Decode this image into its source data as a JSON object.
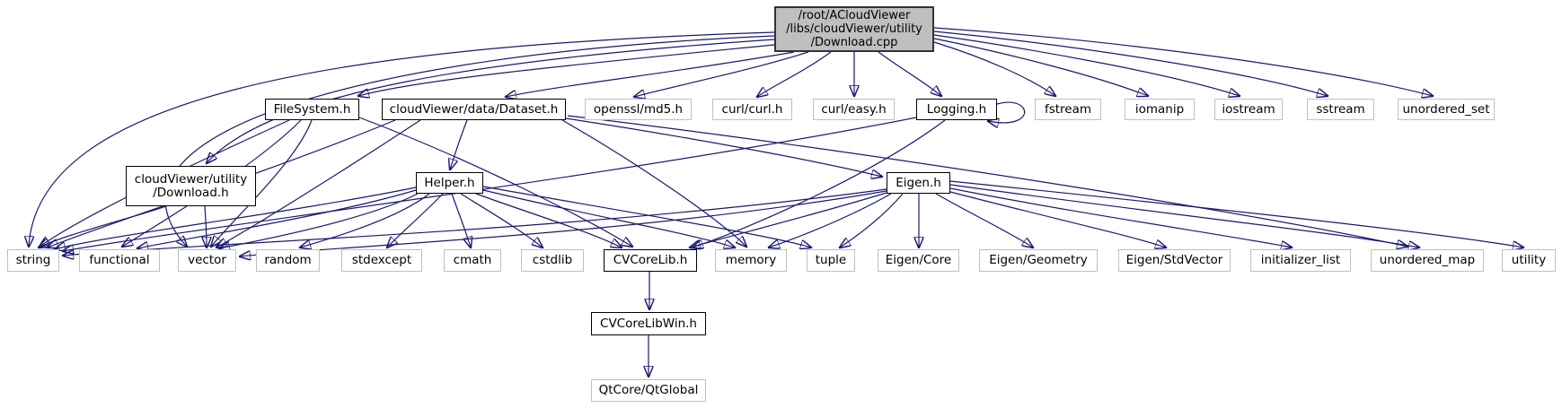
{
  "colors": {
    "edge": "#191970",
    "root-fill": "#bfbfbf",
    "node-border": "#c0c0c0",
    "linked-border": "#000000",
    "text": "#000000",
    "bg": "#ffffff"
  },
  "graph": {
    "type": "include-dependency-graph",
    "nodes": {
      "root": {
        "label": "/root/ACloudViewer\n/libs/cloudViewer/utility\n/Download.cpp"
      },
      "filesystem": {
        "label": "FileSystem.h"
      },
      "dataset": {
        "label": "cloudViewer/data/Dataset.h"
      },
      "md5": {
        "label": "openssl/md5.h"
      },
      "curlcurl": {
        "label": "curl/curl.h"
      },
      "curleasy": {
        "label": "curl/easy.h"
      },
      "logging": {
        "label": "Logging.h"
      },
      "fstream": {
        "label": "fstream"
      },
      "iomanip": {
        "label": "iomanip"
      },
      "iostream": {
        "label": "iostream"
      },
      "sstream": {
        "label": "sstream"
      },
      "unordered_set": {
        "label": "unordered_set"
      },
      "download_h": {
        "label": "cloudViewer/utility\n/Download.h"
      },
      "helper": {
        "label": "Helper.h"
      },
      "eigen": {
        "label": "Eigen.h"
      },
      "string": {
        "label": "string"
      },
      "functional": {
        "label": "functional"
      },
      "vector": {
        "label": "vector"
      },
      "random": {
        "label": "random"
      },
      "stdexcept": {
        "label": "stdexcept"
      },
      "cmath": {
        "label": "cmath"
      },
      "cstdlib": {
        "label": "cstdlib"
      },
      "cvcorelib": {
        "label": "CVCoreLib.h"
      },
      "memory": {
        "label": "memory"
      },
      "tuple": {
        "label": "tuple"
      },
      "eigen_core": {
        "label": "Eigen/Core"
      },
      "eigen_geometry": {
        "label": "Eigen/Geometry"
      },
      "eigen_stdvector": {
        "label": "Eigen/StdVector"
      },
      "initializer_list": {
        "label": "initializer_list"
      },
      "unordered_map": {
        "label": "unordered_map"
      },
      "utility": {
        "label": "utility"
      },
      "cvcorelibwin": {
        "label": "CVCoreLibWin.h"
      },
      "qtglobal": {
        "label": "QtCore/QtGlobal"
      }
    },
    "edges": [
      {
        "from": "root",
        "to": "download_h"
      },
      {
        "from": "root",
        "to": "filesystem"
      },
      {
        "from": "root",
        "to": "dataset"
      },
      {
        "from": "root",
        "to": "md5"
      },
      {
        "from": "root",
        "to": "curlcurl"
      },
      {
        "from": "root",
        "to": "curleasy"
      },
      {
        "from": "root",
        "to": "logging"
      },
      {
        "from": "root",
        "to": "fstream"
      },
      {
        "from": "root",
        "to": "iomanip"
      },
      {
        "from": "root",
        "to": "iostream"
      },
      {
        "from": "root",
        "to": "sstream"
      },
      {
        "from": "root",
        "to": "unordered_set"
      },
      {
        "from": "root",
        "to": "string"
      },
      {
        "from": "root",
        "to": "vector"
      },
      {
        "from": "filesystem",
        "to": "string"
      },
      {
        "from": "filesystem",
        "to": "functional"
      },
      {
        "from": "filesystem",
        "to": "vector"
      },
      {
        "from": "filesystem",
        "to": "cvcorelib"
      },
      {
        "from": "dataset",
        "to": "helper"
      },
      {
        "from": "dataset",
        "to": "eigen"
      },
      {
        "from": "dataset",
        "to": "string"
      },
      {
        "from": "dataset",
        "to": "vector"
      },
      {
        "from": "dataset",
        "to": "memory"
      },
      {
        "from": "dataset",
        "to": "unordered_map"
      },
      {
        "from": "helper",
        "to": "string"
      },
      {
        "from": "helper",
        "to": "functional"
      },
      {
        "from": "helper",
        "to": "vector"
      },
      {
        "from": "helper",
        "to": "random"
      },
      {
        "from": "helper",
        "to": "stdexcept"
      },
      {
        "from": "helper",
        "to": "cmath"
      },
      {
        "from": "helper",
        "to": "cstdlib"
      },
      {
        "from": "helper",
        "to": "cvcorelib"
      },
      {
        "from": "helper",
        "to": "memory"
      },
      {
        "from": "helper",
        "to": "tuple"
      },
      {
        "from": "eigen",
        "to": "string"
      },
      {
        "from": "eigen",
        "to": "vector"
      },
      {
        "from": "eigen",
        "to": "cvcorelib"
      },
      {
        "from": "eigen",
        "to": "memory"
      },
      {
        "from": "eigen",
        "to": "tuple"
      },
      {
        "from": "eigen",
        "to": "eigen_core"
      },
      {
        "from": "eigen",
        "to": "eigen_geometry"
      },
      {
        "from": "eigen",
        "to": "eigen_stdvector"
      },
      {
        "from": "eigen",
        "to": "initializer_list"
      },
      {
        "from": "eigen",
        "to": "unordered_map"
      },
      {
        "from": "eigen",
        "to": "utility"
      },
      {
        "from": "logging",
        "to": "logging"
      },
      {
        "from": "logging",
        "to": "string"
      },
      {
        "from": "logging",
        "to": "cvcorelib"
      },
      {
        "from": "download_h",
        "to": "string"
      },
      {
        "from": "download_h",
        "to": "vector"
      },
      {
        "from": "cvcorelib",
        "to": "cvcorelibwin"
      },
      {
        "from": "cvcorelibwin",
        "to": "qtglobal"
      }
    ]
  }
}
